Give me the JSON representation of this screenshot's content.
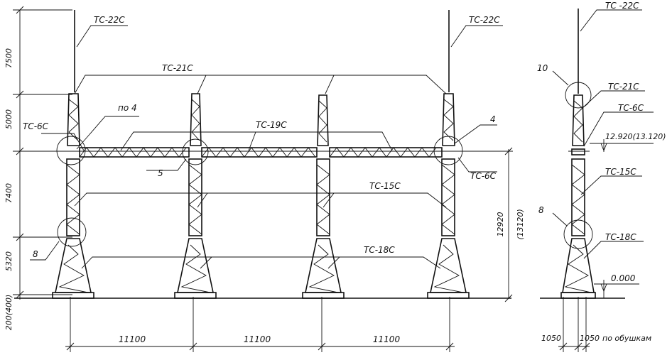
{
  "labels": {
    "tc22c": "TC-22C",
    "tc21c": "TC-21C",
    "tc19c": "TC-19C",
    "tc15c": "TC-15C",
    "tc18c": "TC-18C",
    "tc6c": "TC-6C",
    "tc22c_side": "TC -22C",
    "tc21c_side": "TC-21C",
    "tc6c_side": "TC-6C",
    "tc15c_side": "TC-15C",
    "tc18c_side": "TC-18C",
    "po4": "по 4",
    "callout_4": "4",
    "callout_5": "5",
    "callout_8": "8",
    "callout_10": "10",
    "callout_8_side": "8",
    "level_top": "12.920(13.120)",
    "level_zero": "0.000"
  },
  "dimensions": {
    "v7500": "7500",
    "v5000": "5000",
    "v7400": "7400",
    "v5320": "5320",
    "v200": "200(400)",
    "v12920": "12920",
    "v13120": "(13120)",
    "span1": "11100",
    "span2": "11100",
    "span3": "11100",
    "side_left": "1050",
    "side_right": "1050",
    "side_note": "по обушкам"
  }
}
